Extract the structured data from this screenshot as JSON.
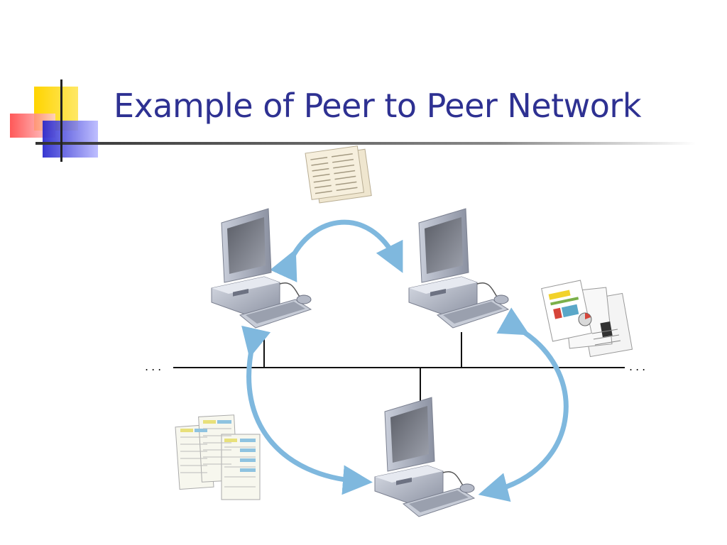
{
  "slide": {
    "title": "Example of Peer to Peer Network"
  },
  "network": {
    "bus_ellipsis_left": "...",
    "bus_ellipsis_right": "...",
    "arrow_color": "#7fb8de",
    "title_color": "#2e3192",
    "nodes": [
      {
        "id": "computer-top-left"
      },
      {
        "id": "computer-top-right"
      },
      {
        "id": "computer-bottom"
      }
    ],
    "documents": [
      {
        "id": "spreadsheet-document"
      },
      {
        "id": "report-documents"
      },
      {
        "id": "table-documents"
      }
    ]
  }
}
